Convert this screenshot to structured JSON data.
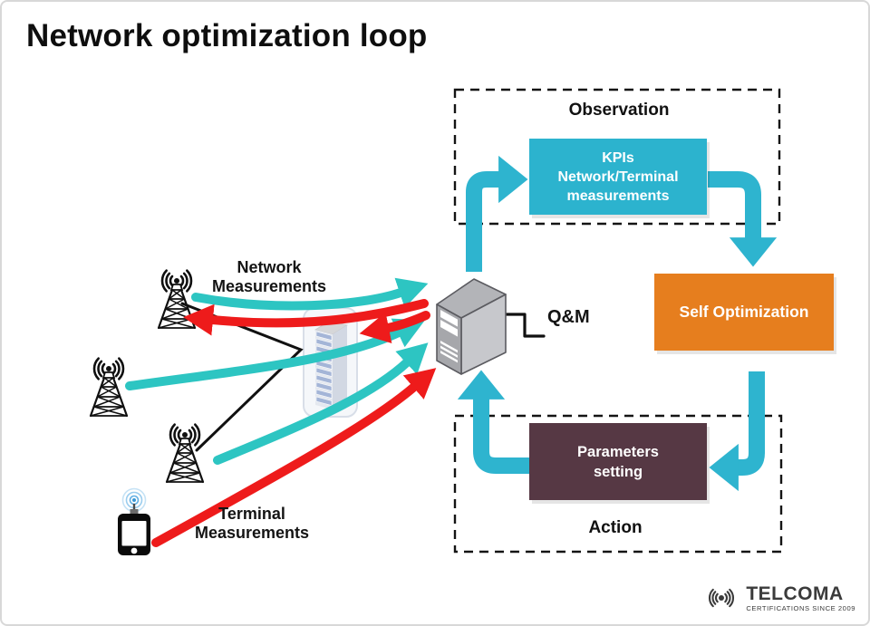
{
  "title": "Network optimization loop",
  "observation": {
    "label": "Observation",
    "kpi_box": {
      "line1": "KPIs",
      "line2": "Network/Terminal",
      "line3": "measurements"
    }
  },
  "self_optimization": {
    "label": "Self Optimization"
  },
  "action": {
    "label": "Action",
    "params_box": {
      "line1": "Parameters",
      "line2": "setting"
    }
  },
  "server": {
    "label": "Q&M"
  },
  "network_measurements": {
    "line1": "Network",
    "line2": "Measurements"
  },
  "terminal_measurements": {
    "line1": "Terminal",
    "line2": "Measurements"
  },
  "logo": {
    "name": "TELCOMA",
    "tagline": "CERTIFICATIONS SINCE 2009"
  },
  "colors": {
    "kpi_teal": "#2cb3ce",
    "loop_teal": "#2eb4cf",
    "measure_teal": "#2dc5c2",
    "alert_red": "#ee1b1b",
    "self_opt_orange": "#e67e1e",
    "params_purple": "#563844"
  },
  "icons": {
    "cell_tower": "cell-tower-icon",
    "smartphone": "smartphone-icon",
    "server_tower": "server-tower-icon",
    "server_rack": "server-rack-icon",
    "radio_waves": "radio-waves-icon"
  }
}
